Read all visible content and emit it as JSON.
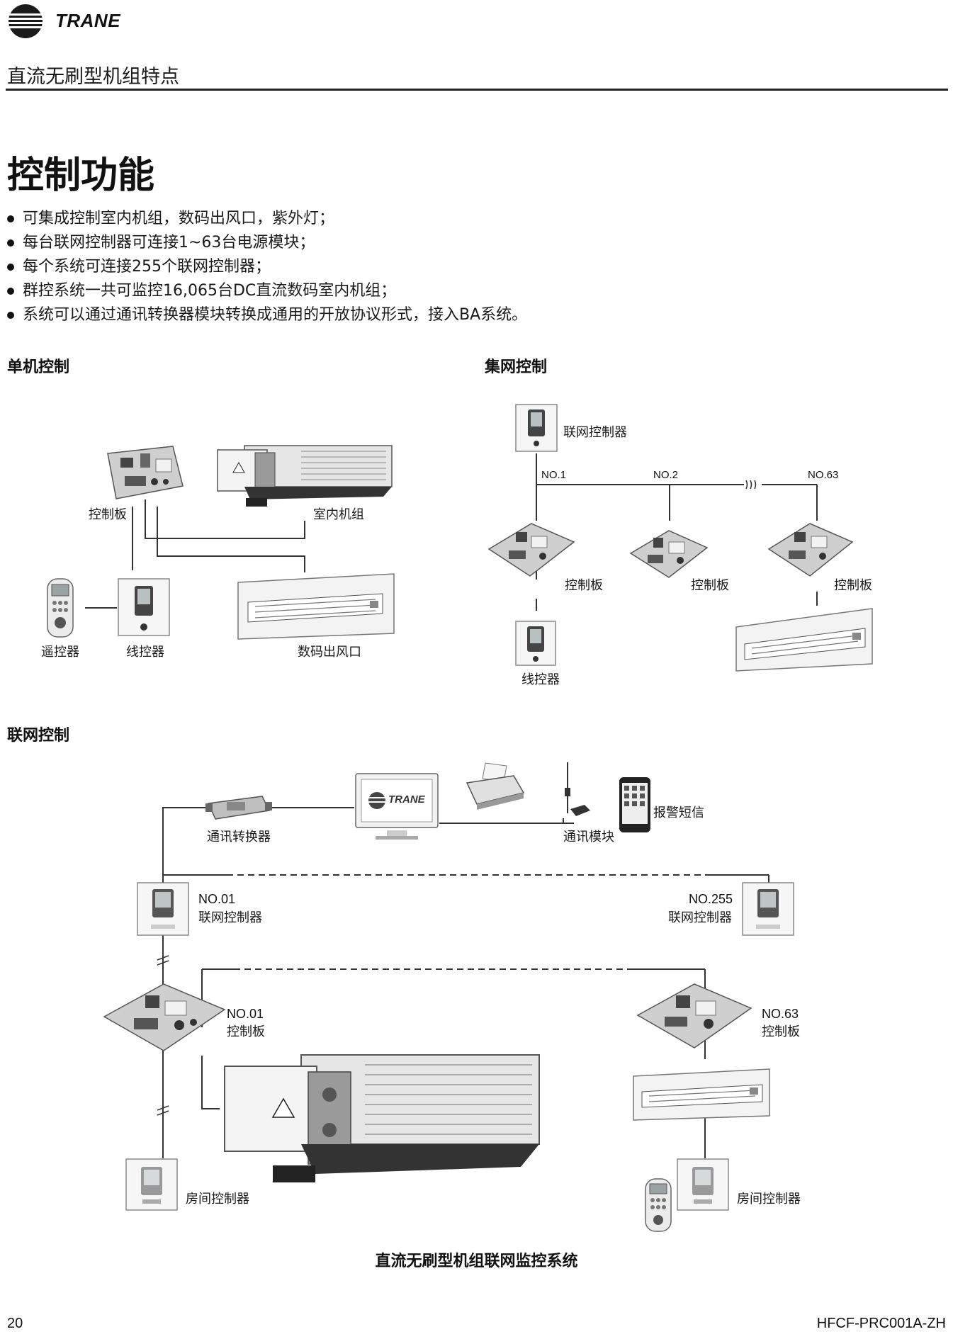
{
  "brand": {
    "logo_text": "TRANE"
  },
  "header": {
    "section_title": "直流无刷型机组特点"
  },
  "main": {
    "title": "控制功能",
    "bullets": [
      "可集成控制室内机组，数码出风口，紫外灯；",
      "每台联网控制器可连接1~63台电源模块；",
      "每个系统可连接255个联网控制器；",
      "群控系统一共可监控16,065台DC直流数码室内机组；",
      "系统可以通过通讯转换器模块转换成通用的开放协议形式，接入BA系统。"
    ]
  },
  "single_control": {
    "title": "单机控制",
    "labels": {
      "control_board": "控制板",
      "indoor_unit": "室内机组",
      "remote": "遥控器",
      "wired_controller": "线控器",
      "digital_outlet": "数码出风口"
    }
  },
  "group_control": {
    "title": "集网控制",
    "network_controller": "联网控制器",
    "nodes": [
      "NO.1",
      "NO.2",
      "NO.63"
    ],
    "control_board": "控制板",
    "wired_controller": "线控器"
  },
  "network_control": {
    "title": "联网控制",
    "comm_converter": "通讯转换器",
    "monitor_logo": "TRANE",
    "comm_module": "通讯模块",
    "alarm_sms": "报警短信",
    "nc_left_no": "NO.01",
    "nc_left_label": "联网控制器",
    "nc_right_no": "NO.255",
    "nc_right_label": "联网控制器",
    "cb_left_no": "NO.01",
    "cb_left_label": "控制板",
    "cb_right_no": "NO.63",
    "cb_right_label": "控制板",
    "room_controller": "房间控制器"
  },
  "caption": "直流无刷型机组联网监控系统",
  "footer": {
    "page_number": "20",
    "doc_code": "HFCF-PRC001A-ZH"
  }
}
